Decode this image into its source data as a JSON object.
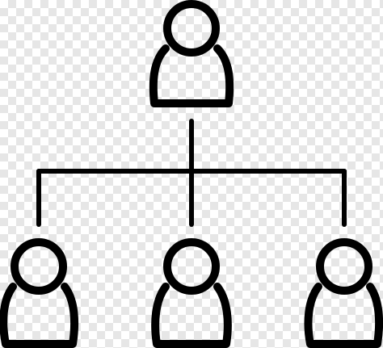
{
  "diagram": {
    "icon_name": "org-chart-icon",
    "stroke_color": "#000000",
    "fill_color": "none",
    "nodes": [
      {
        "name": "top-person",
        "role": "parent"
      },
      {
        "name": "left-person",
        "role": "child"
      },
      {
        "name": "center-person",
        "role": "child"
      },
      {
        "name": "right-person",
        "role": "child"
      }
    ]
  }
}
